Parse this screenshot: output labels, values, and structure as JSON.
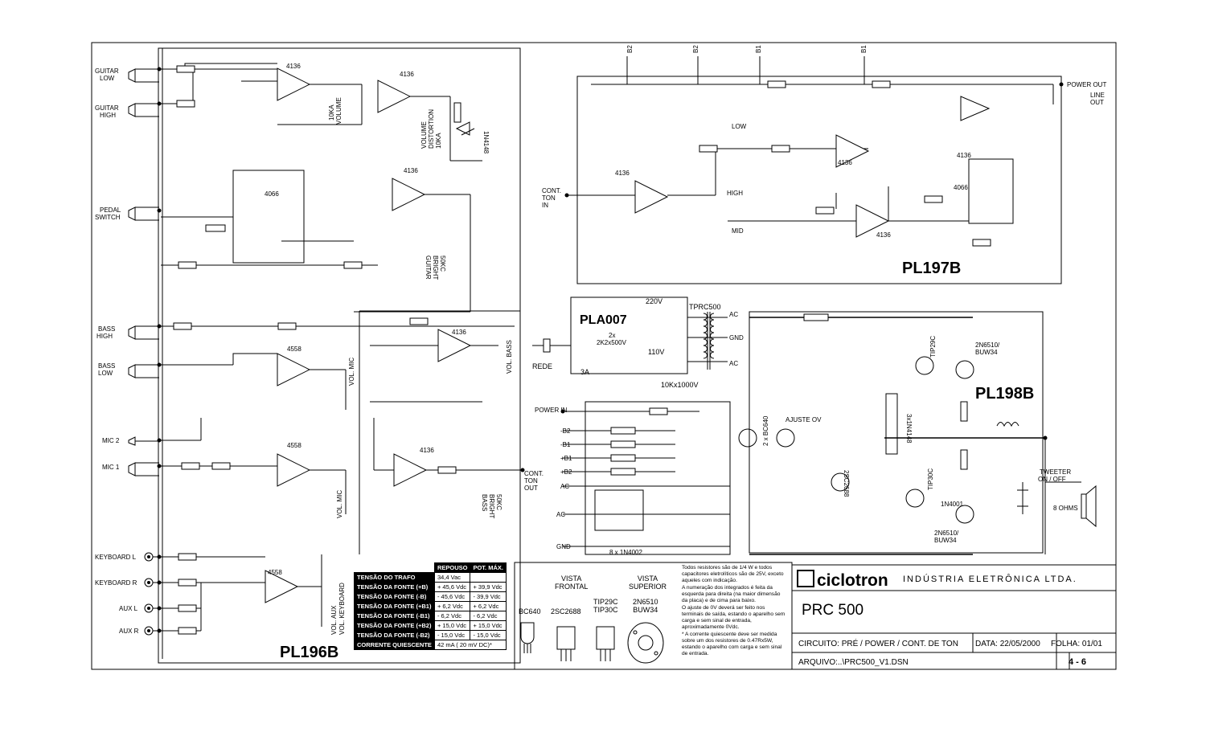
{
  "boards": {
    "pl196b": "PL196B",
    "pl197b": "PL197B",
    "pl198b": "PL198B",
    "pla007": "PLA007"
  },
  "inputs": {
    "guitar_low": "GUITAR\nLOW",
    "guitar_high": "GUITAR\nHIGH",
    "pedal_switch": "PEDAL\nSWITCH",
    "bass_high": "BASS\nHIGH",
    "bass_low": "BASS\nLOW",
    "mic2": "MIC 2",
    "mic1": "MIC 1",
    "keyboard_l": "KEYBOARD L",
    "keyboard_r": "KEYBOARD R",
    "aux_l": "AUX L",
    "aux_r": "AUX R",
    "cont_ton_in": "CONT.\nTON\nIN",
    "cont_ton_out": "CONT.\nTON\nOUT",
    "power_in": "POWER IN",
    "power_out": "POWER OUT",
    "line_out": "LINE\nOUT",
    "rede": "REDE"
  },
  "supply_rails": [
    "-B2",
    "-B1",
    "+B1",
    "+B2",
    "AC",
    "AC",
    "GND"
  ],
  "transformer": {
    "name": "TPRC500",
    "taps": [
      "220V",
      "110V"
    ],
    "outputs": [
      "AC",
      "GND",
      "AC"
    ],
    "fuse": "3A",
    "cap": "2x\n2K2x500V",
    "cap2": "10Kx1000V"
  },
  "semiconductors": {
    "ic_4136": "4136",
    "ic_4558": "4558",
    "ic_4066": "4066",
    "diode": "1N4148",
    "rectifier": "8 x 1N4002",
    "driver": "2SC2688",
    "driver_pnp": "TIP30C",
    "driver_npn": "TIP29C",
    "output": "2N6510/\nBUW34",
    "bias": "2 x BC640",
    "bias_diode": "3x1N4148",
    "protect": "1N4001"
  },
  "controls": {
    "volume": "10KA\nVOLUME",
    "volume_distortion": "VOLUME\nDISTORTION\n10KA",
    "bright_guitar": "50KC\nBRIGHT\nGUITAR",
    "vol_bass": "VOL. BASS",
    "vol_mic": "VOL. MIC",
    "bright_bass": "50KC\nBRIGHT\nBASS",
    "vol_keyboard": "VOL. KEYBOARD",
    "vol_aux": "VOL. AUX",
    "low": "LOW",
    "high": "HIGH",
    "mid": "MID",
    "ajuste_ov": "AJUSTE OV",
    "tweeter": "TWEETER\nON / OFF",
    "speaker": "8 OHMS"
  },
  "voltage_table": {
    "headers": [
      "",
      "REPOUSO",
      "POT. MÁX."
    ],
    "rows": [
      [
        "TENSÃO DO TRAFO",
        "34,4 Vac",
        ""
      ],
      [
        "TENSÃO DA FONTE (+B)",
        "+ 45,6 Vdc",
        "+ 39,9 Vdc"
      ],
      [
        "TENSÃO DA FONTE (-B)",
        "- 45,6 Vdc",
        "- 39,9 Vdc"
      ],
      [
        "TENSÃO DA FONTE (+B1)",
        "+ 6,2 Vdc",
        "+ 6,2 Vdc"
      ],
      [
        "TENSÃO DA FONTE (-B1)",
        "- 6,2 Vdc",
        "- 6,2 Vdc"
      ],
      [
        "TENSÃO DA FONTE (+B2)",
        "+ 15,0 Vdc",
        "+ 15,0 Vdc"
      ],
      [
        "TENSÃO DA FONTE (-B2)",
        "- 15,0 Vdc",
        "- 15,0 Vdc"
      ]
    ],
    "quiescent_label": "CORRENTE QUIESCENTE",
    "quiescent_value": "42 mA ( 20 mV DC)*"
  },
  "views": {
    "frontal": "VISTA\nFRONTAL",
    "superior": "VISTA\nSUPERIOR",
    "parts": [
      "BC640",
      "2SC2688",
      "TIP29C\nTIP30C",
      "2N6510\nBUW34"
    ]
  },
  "notes": [
    "Todos resistores são de 1/4 W e todos capacitores eletrolíticos são de 25V, exceto aqueles com indicação.",
    "A numeração dos integrados é feita da esquerda para direita (na maior dimensão da placa) e de cima para baixo.",
    "O ajuste de 0V deverá ser feito nos terminais de saída, estando o aparelho sem carga e sem sinal de entrada, aproximadamente 0Vdc.",
    "* A corrente quiescente deve ser medida sobre um dos resistores de 0.47Rx5W, estando o aparelho com carga e sem sinal de entrada."
  ],
  "title_block": {
    "brand": "ciclotron",
    "company": "INDÚSTRIA ELETRÔNICA LTDA.",
    "model": "PRC 500",
    "circuit": "CIRCUITO: PRÉ / POWER / CONT. DE TON",
    "date": "DATA: 22/05/2000",
    "sheet": "FOLHA: 01/01",
    "file": "ARQUIVO:..\\PRC500_V1.DSN",
    "page": "4 - 6"
  },
  "bus_labels": [
    "B2",
    "B2",
    "B1",
    "B1"
  ]
}
